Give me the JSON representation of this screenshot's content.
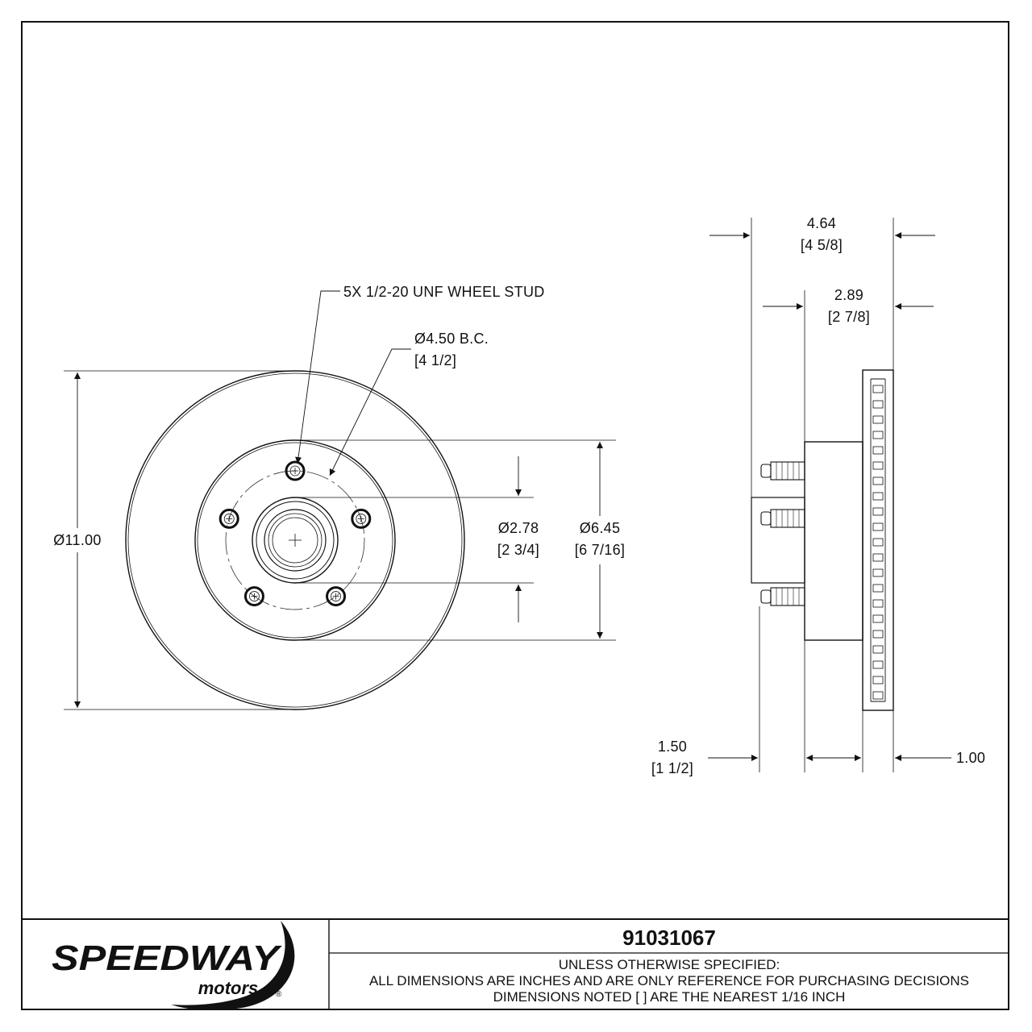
{
  "front_view": {
    "stud_callout": "5X 1/2-20 UNF WHEEL STUD",
    "bolt_circle": {
      "primary": "Ø4.50 B.C.",
      "fraction": "[4 1/2]"
    },
    "rotor_diameter": {
      "primary": "Ø11.00"
    },
    "pilot_diameter": {
      "primary": "Ø2.78",
      "fraction": "[2 3/4]"
    },
    "hat_diameter": {
      "primary": "Ø6.45",
      "fraction": "[6 7/16]"
    }
  },
  "side_view": {
    "overall_height": {
      "primary": "4.64",
      "fraction": "[4 5/8]"
    },
    "hub_offset": {
      "primary": "2.89",
      "fraction": "[2 7/8]"
    },
    "hub_flange": {
      "primary": "1.50",
      "fraction": "[1 1/2]"
    },
    "rotor_thickness": {
      "primary": "1.00"
    }
  },
  "title_block": {
    "part_number": "91031067",
    "notes": [
      "UNLESS OTHERWISE SPECIFIED:",
      "ALL DIMENSIONS ARE INCHES AND ARE ONLY REFERENCE FOR PURCHASING DECISIONS",
      "DIMENSIONS NOTED [ ] ARE THE NEAREST 1/16 INCH"
    ],
    "logo": {
      "brand": "SPEEDWAY",
      "sub": "motors",
      "mark": "®"
    }
  }
}
